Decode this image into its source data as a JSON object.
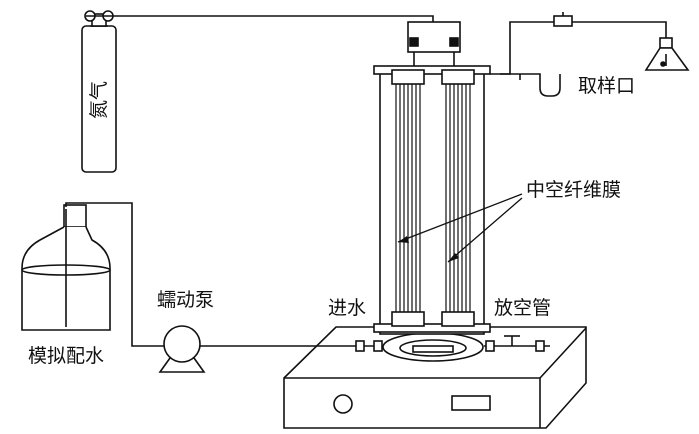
{
  "labels": {
    "gas_cylinder": "氮气",
    "sampling_port": "取样口",
    "hollow_fiber_membrane": "中空纤维膜",
    "peristaltic_pump": "蠕动泵",
    "simulated_water": "模拟配水",
    "water_inlet": "进水",
    "vent_pipe": "放空管"
  },
  "colors": {
    "line": "#111111",
    "background": "#ffffff"
  }
}
